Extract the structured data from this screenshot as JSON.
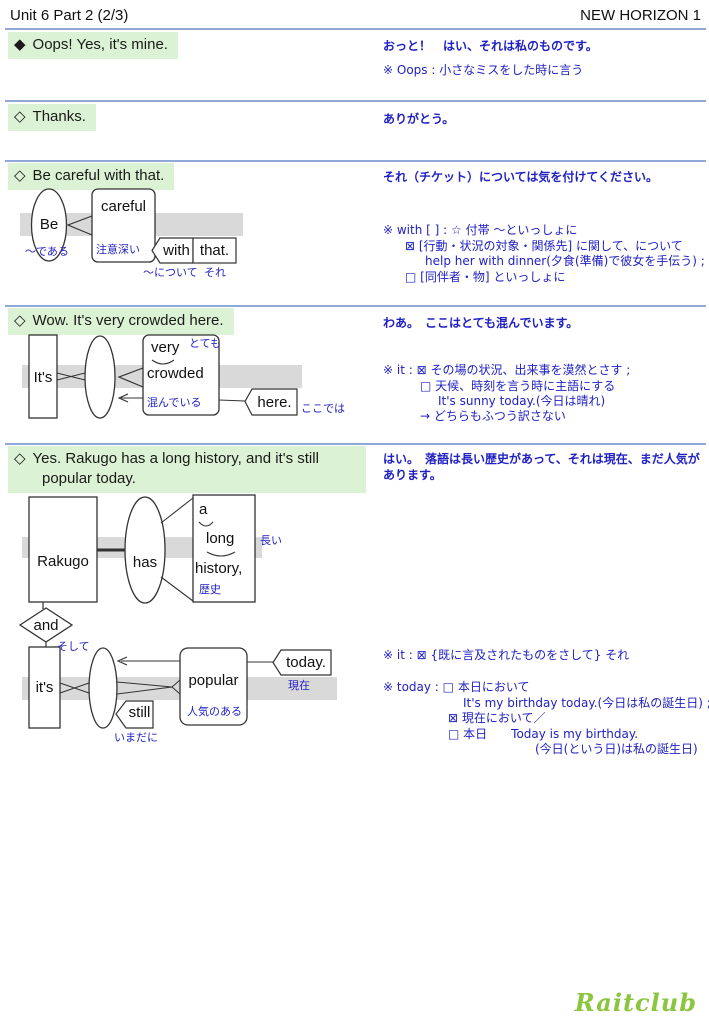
{
  "header": {
    "title": "Unit 6 Part 2 (2/3)",
    "textbook": "NEW HORIZON 1"
  },
  "sections": [
    {
      "bullet": "◆",
      "english": "Oops! Yes, it's mine.",
      "translation": "おっと！　はい、それは私のものです。",
      "notes": [
        "※ Oops :  小さなミスをした時に言う"
      ]
    },
    {
      "bullet": "◇",
      "english": "Thanks.",
      "translation": "ありがとう。"
    },
    {
      "bullet": "◇",
      "english": "Be careful with that.",
      "translation": "それ（チケット）については気を付けてください。",
      "notes": [
        "※ with [ ] :  ☆ 付帯 ～といっしょに",
        "⊠ [行動・状況の対象・関係先] に関して、について",
        "help her with dinner(夕食(準備)で彼女を手伝う) ;",
        "□ [同伴者・物] といっしょに"
      ]
    },
    {
      "bullet": "◇",
      "english": "Wow. It's very crowded here.",
      "translation": "わあ。　ここはとても混んでいます。",
      "notes": [
        "※ it :  ⊠ その場の状況、出来事を漠然とさす ;",
        "□ 天候、時刻を言う時に主語にする",
        "It's sunny today.(今日は晴れ)",
        "→ どちらもふつう訳さない"
      ]
    },
    {
      "bullet": "◇",
      "english_line1": "Yes. Rakugo has a long history, and it's still",
      "english_line2": "popular today.",
      "translation": "はい。　落語は長い歴史があって、それは現在、まだ人気があります。",
      "note_it": "※ it :  ⊠ {既に言及されたものをさして} それ",
      "notes_today": [
        "※ today :  □ 本日において",
        "It's my birthday today.(今日は私の誕生日) ;",
        "⊠ 現在において／",
        "□ 本日　　Today is my birthday.",
        "(今日(という日)は私の誕生日)"
      ]
    }
  ],
  "diagram_careful": {
    "be": "Be",
    "be_ja": "～である",
    "careful": "careful",
    "careful_ja": "注意深い",
    "with": "with",
    "with_ja": "～について",
    "that": "that.",
    "that_ja": "それ"
  },
  "diagram_crowded": {
    "its": "It's",
    "very": "very",
    "very_ja": "とても",
    "crowded": "crowded",
    "crowded_ja": "混んでいる",
    "here": "here.",
    "here_ja": "ここでは"
  },
  "diagram_rakugo": {
    "rakugo": "Rakugo",
    "has": "has",
    "a": "a",
    "long": "long",
    "long_ja": "長い",
    "history": "history,",
    "history_ja": "歴史",
    "and": "and",
    "and_ja": "そして",
    "its": "it's",
    "popular": "popular",
    "popular_ja": "人気のある",
    "still": "still",
    "still_ja": "いまだに",
    "today": "today.",
    "today_ja": "現在"
  },
  "footer": {
    "logo": "Raitclub"
  },
  "colors": {
    "accent_blue": "#2121c2",
    "divider_blue": "#8fa8d8",
    "highlight_green": "#dcf2d4",
    "band_gray": "#d9d9d9",
    "logo_green": "#8cc540"
  }
}
